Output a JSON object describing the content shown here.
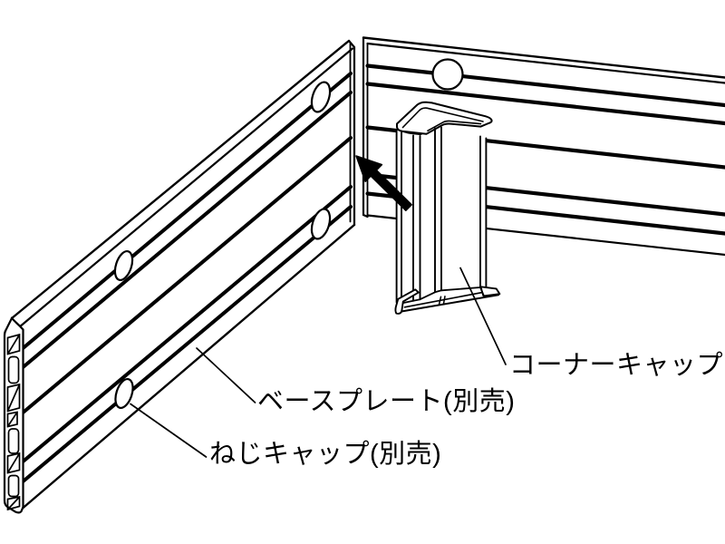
{
  "diagram": {
    "type": "assembly-instruction-line-drawing",
    "labels": {
      "corner_cap": "コーナーキャップ",
      "base_plate": "ベースプレート(別売)",
      "screw_cap": "ねじキャップ(別売)"
    },
    "colors": {
      "line": "#000000",
      "background": "#ffffff"
    }
  }
}
